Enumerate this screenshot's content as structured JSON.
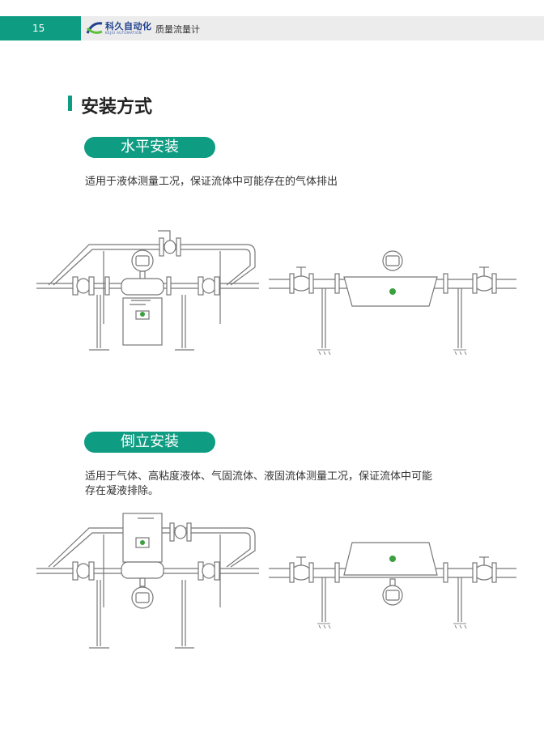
{
  "header": {
    "page_number": "15",
    "brand_name": "科久自动化",
    "brand_subtitle": "KEJIU AUTOMATION",
    "product_name": "质量流量计"
  },
  "section": {
    "title": "安装方式"
  },
  "horizontal": {
    "label": "水平安装",
    "description": "适用于液体测量工况，保证流体中可能存在的气体排出"
  },
  "inverted": {
    "label": "倒立安装",
    "description_line1": "适用于气体、高粘度液体、气固流体、液固流体测量工况，保证流体中可能",
    "description_line2": "存在凝液排除。"
  },
  "colors": {
    "accent": "#0e9c82",
    "header_gray": "#ececec",
    "brand_blue": "#1f3f8f"
  },
  "icons": [
    "logo-icon"
  ]
}
